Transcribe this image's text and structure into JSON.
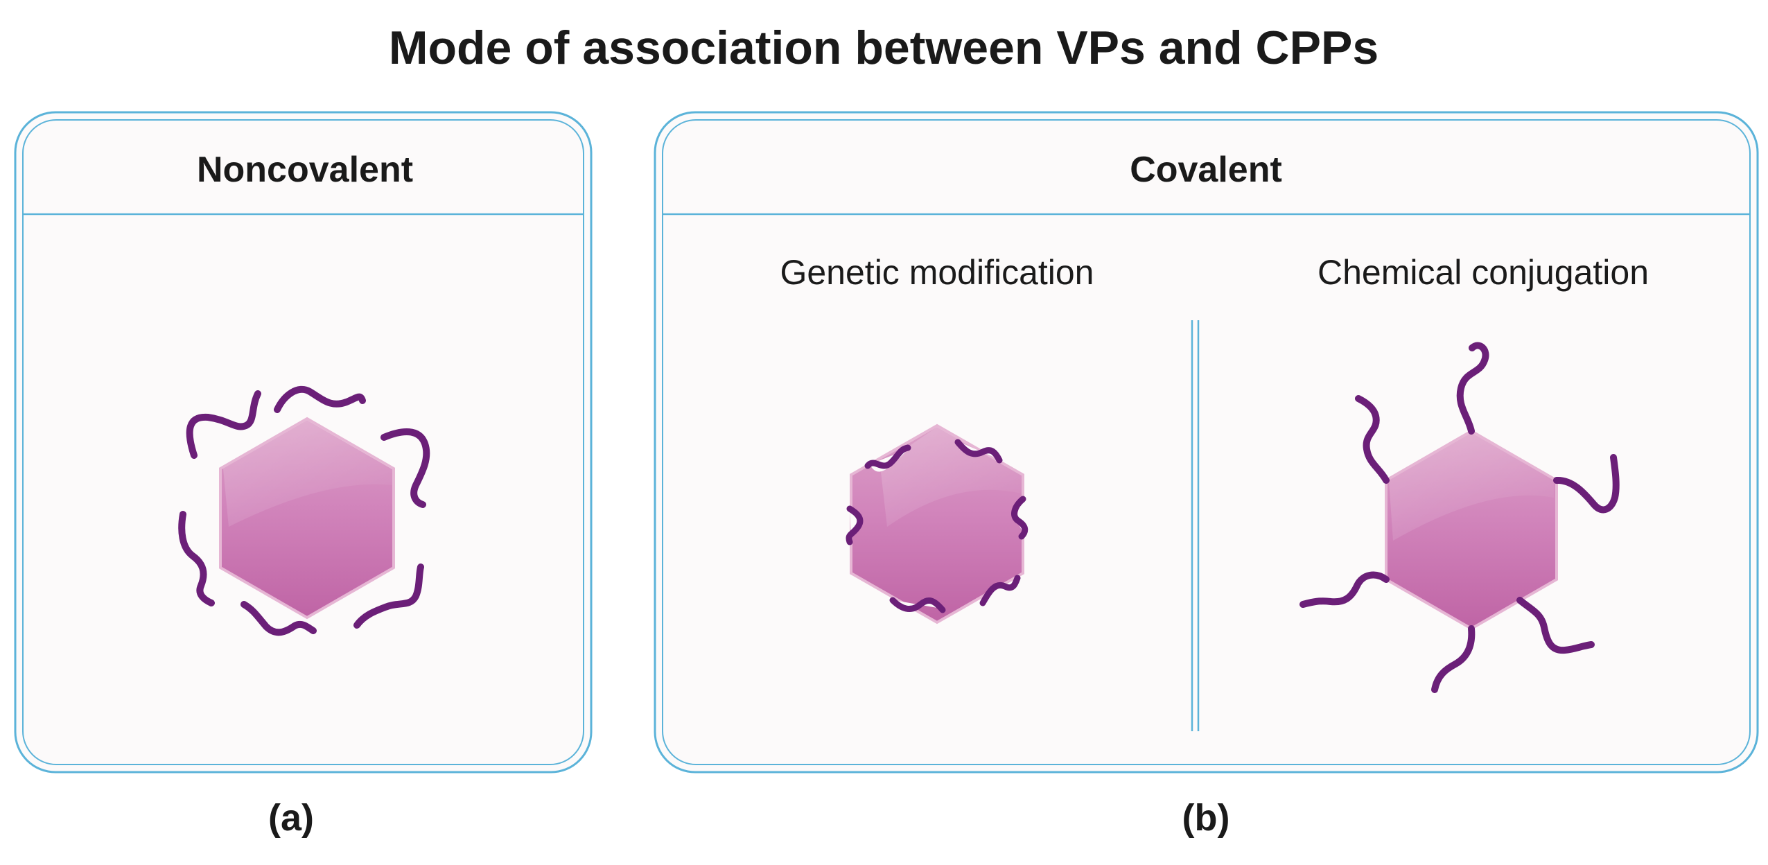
{
  "title": "Mode of association between VPs and CPPs",
  "panel_a": {
    "header": "Noncovalent",
    "caption": "(a)"
  },
  "panel_b": {
    "header": "Covalent",
    "left_label": "Genetic modification",
    "right_label": "Chemical conjugation",
    "caption": "(b)"
  },
  "colors": {
    "border": "#5bb3d9",
    "panel_fill": "#fcfafa",
    "hexagon_top": "#d89ac2",
    "hexagon_bottom": "#c06aa8",
    "hexagon_edge": "#e6b6d4",
    "peptide": "#6b1f78",
    "text": "#1a1a1a"
  }
}
